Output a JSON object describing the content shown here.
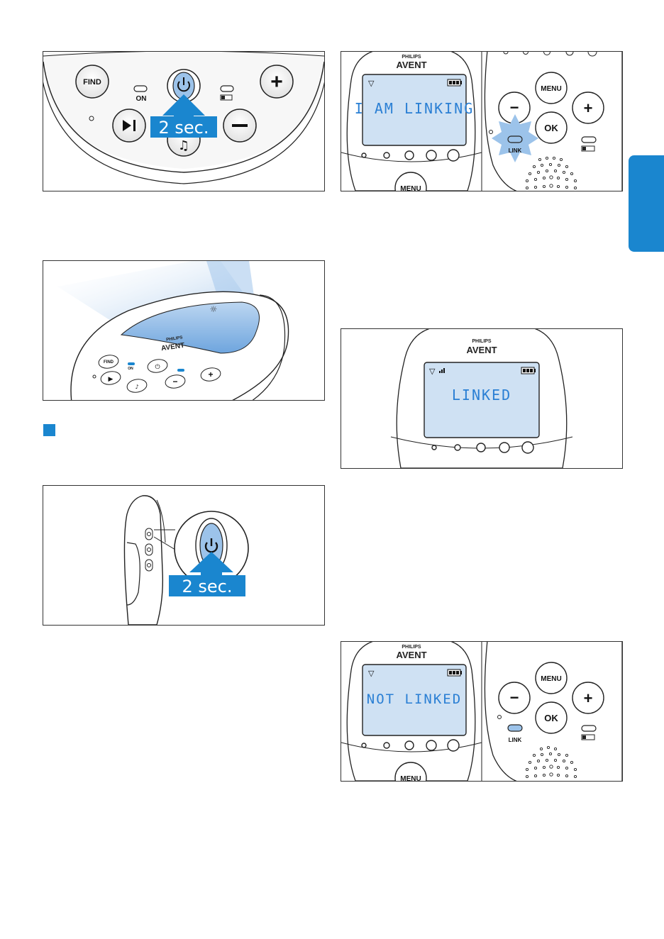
{
  "panel1": {
    "find_label": "FIND",
    "on_label": "ON",
    "plus_symbol": "+",
    "minus_symbol": "−",
    "duration_label": "2 sec."
  },
  "panel2": {
    "brand_top": "PHILIPS",
    "brand_bottom": "AVENT",
    "find_label": "FIND",
    "on_label": "ON",
    "plus_symbol": "+",
    "minus_symbol": "−"
  },
  "panel3": {
    "duration_label": "2 sec."
  },
  "panel4": {
    "brand_top": "PHILIPS",
    "brand_bottom": "AVENT",
    "lcd_text": "I AM LINKING",
    "menu_label": "MENU",
    "ok_label": "OK",
    "link_label": "LINK",
    "plus_symbol": "+",
    "minus_symbol": "−"
  },
  "panel5": {
    "brand_top": "PHILIPS",
    "brand_bottom": "AVENT",
    "lcd_text": "LINKED"
  },
  "panel6": {
    "brand_top": "PHILIPS",
    "brand_bottom": "AVENT",
    "lcd_text": "NOT LINKED",
    "menu_label": "MENU",
    "ok_label": "OK",
    "link_label": "LINK",
    "plus_symbol": "+",
    "minus_symbol": "−"
  },
  "colors": {
    "accent_blue": "#1a86cf",
    "lcd_blue": "#2a7fd4",
    "glow_blue": "#9cc3ea"
  }
}
